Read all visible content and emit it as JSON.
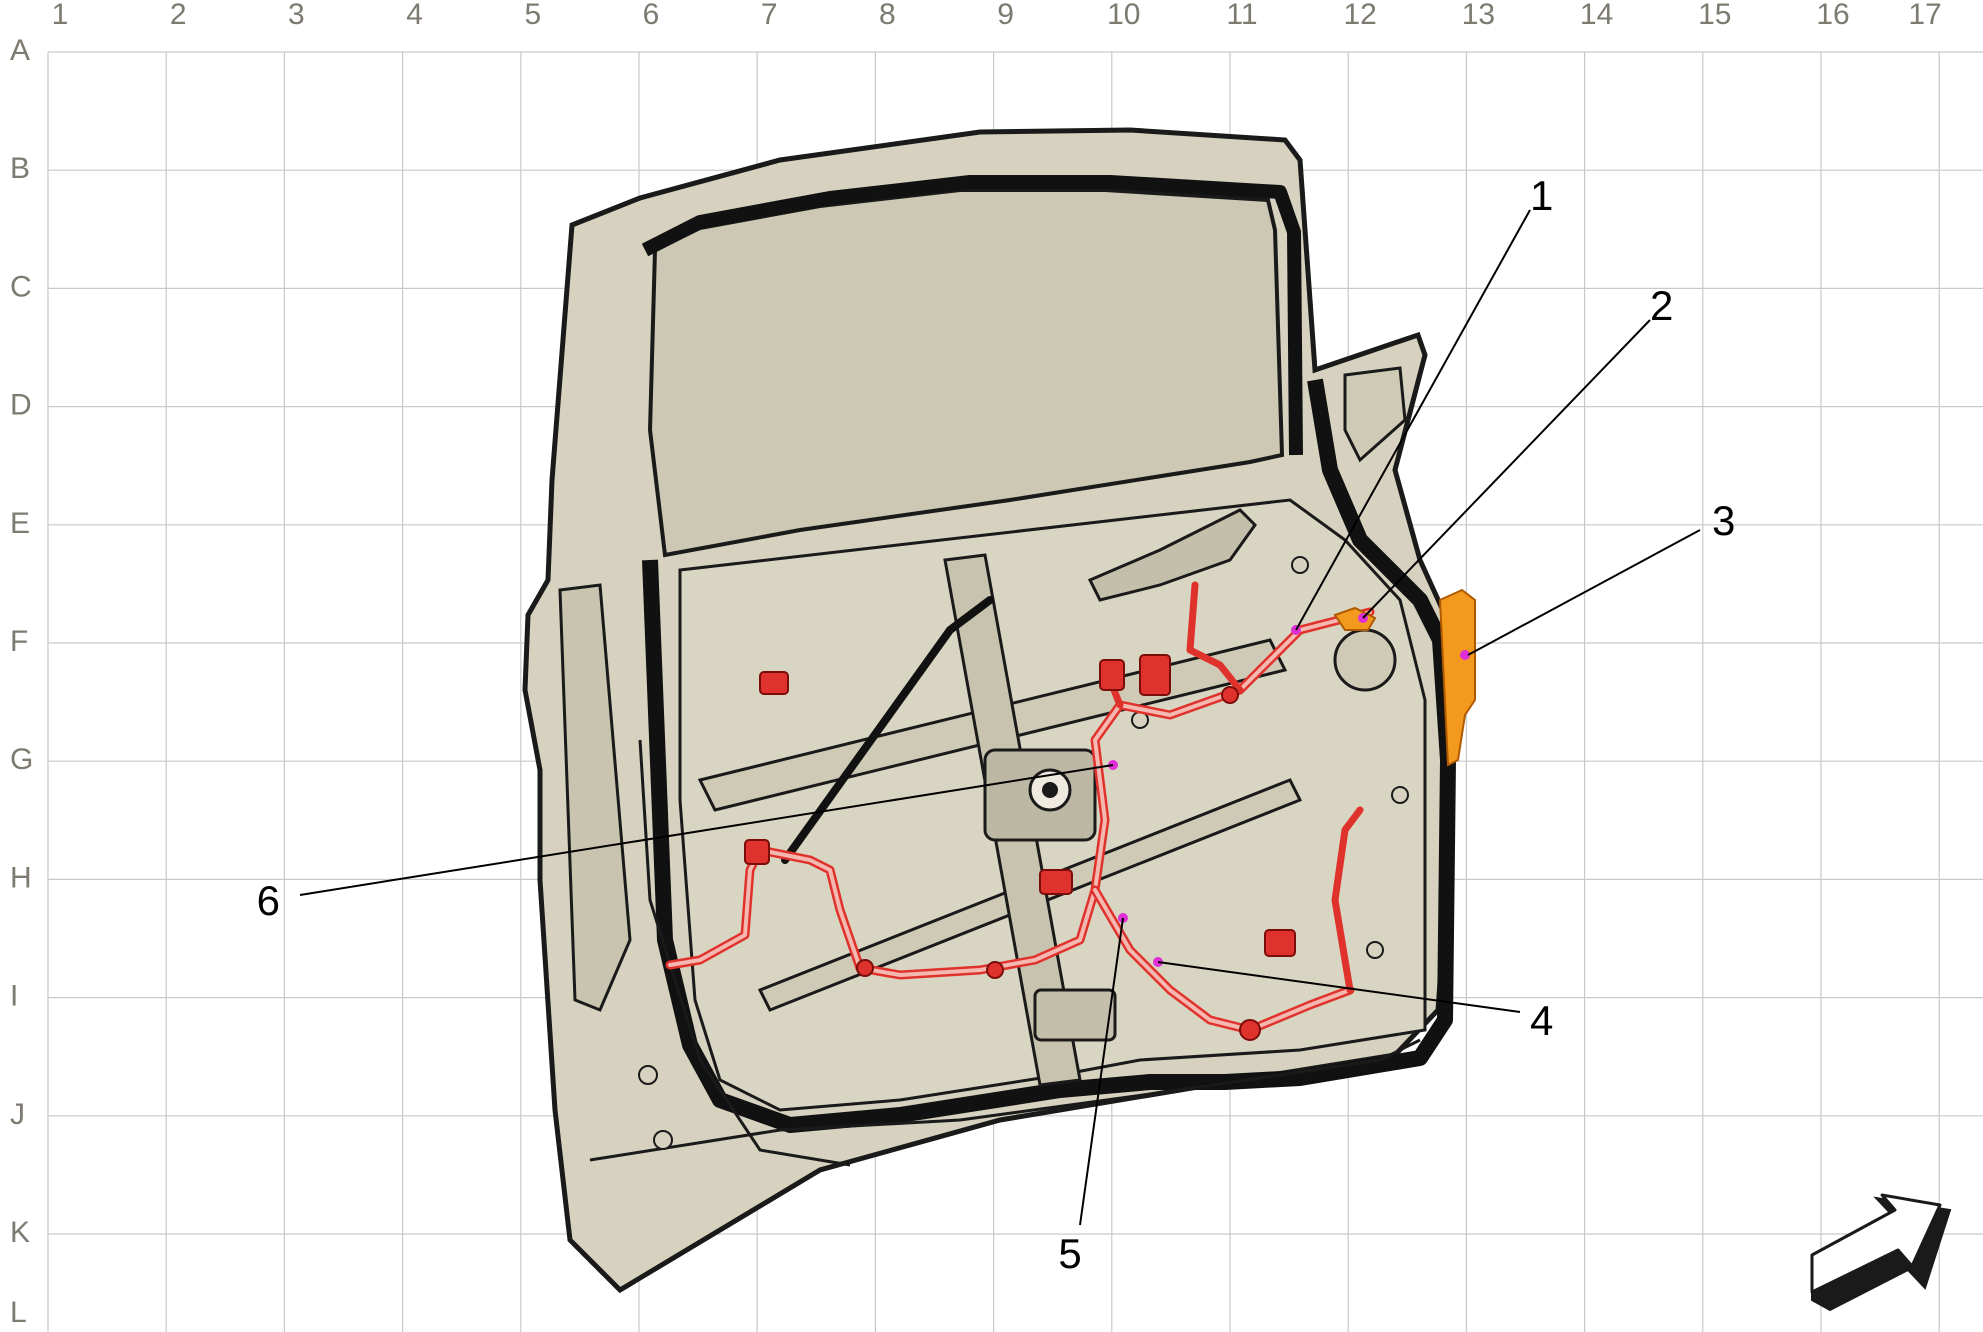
{
  "columns": [
    "1",
    "2",
    "3",
    "4",
    "5",
    "6",
    "7",
    "8",
    "9",
    "10",
    "11",
    "12",
    "13",
    "14",
    "15",
    "16",
    "17"
  ],
  "rows": [
    "A",
    "B",
    "C",
    "D",
    "E",
    "F",
    "G",
    "H",
    "I",
    "J",
    "K",
    "L"
  ],
  "callouts": [
    {
      "label": "1"
    },
    {
      "label": "2"
    },
    {
      "label": "3"
    },
    {
      "label": "4"
    },
    {
      "label": "5"
    },
    {
      "label": "6"
    }
  ],
  "colors": {
    "door_fill": "#d6d2bf",
    "door_outline": "#1a1a1a",
    "harness": "#e0322c",
    "harness_highlight": "#f4b8b0",
    "connector_orange": "#f39a1e",
    "callout_dot": "#e02fd6",
    "grid": "#c9c9c9",
    "ruler_text": "#7d7a70"
  },
  "icons": {
    "orientation": "forward-arrow-icon"
  }
}
